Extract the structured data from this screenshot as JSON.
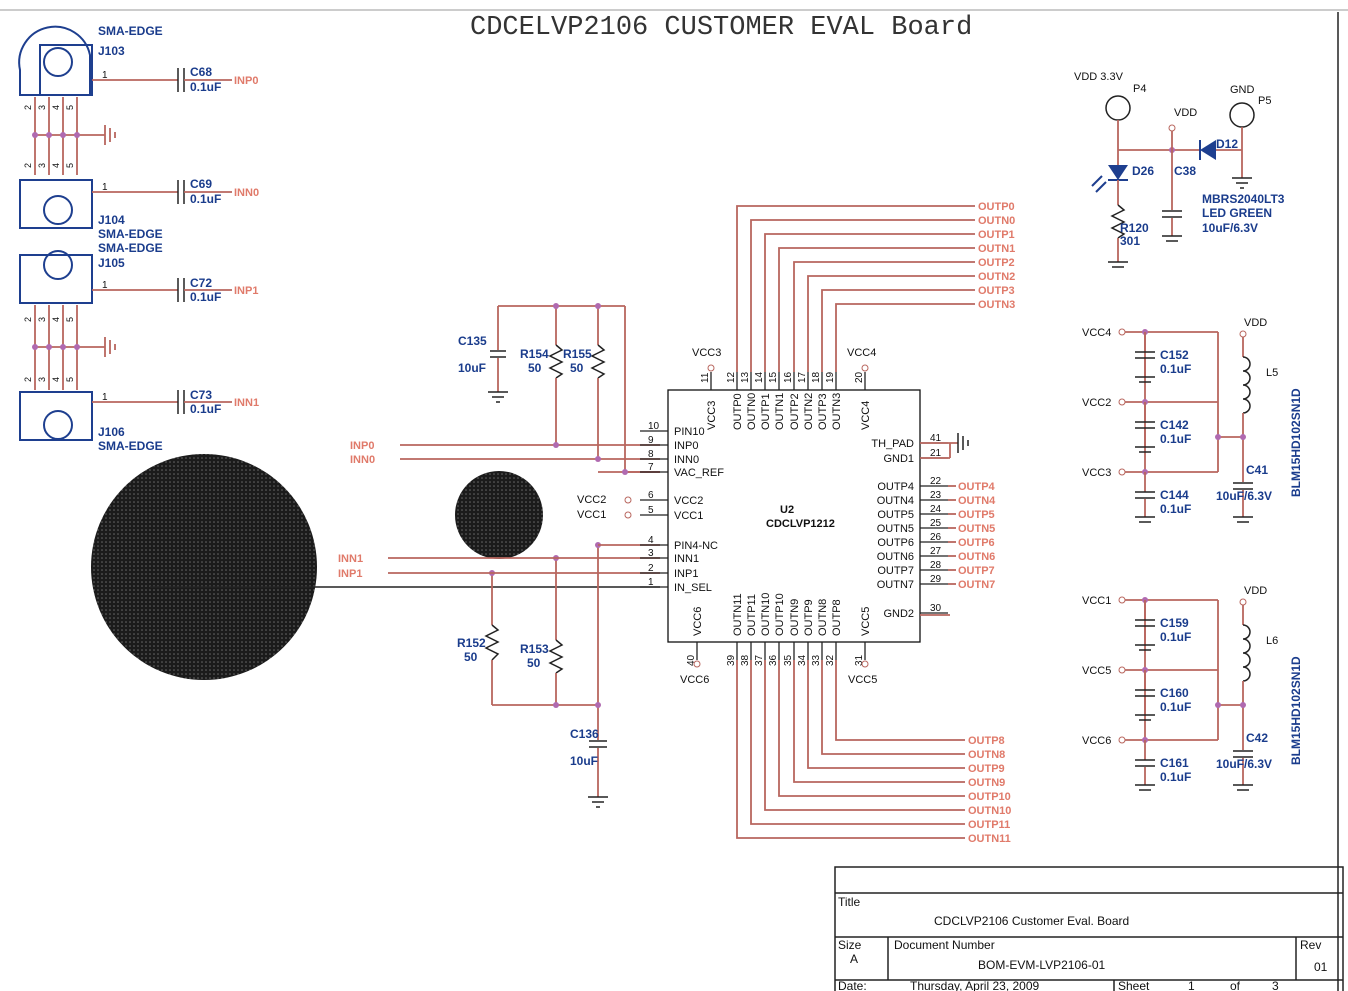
{
  "title": "CDCELVP2106   CUSTOMER EVAL Board",
  "connectors": [
    {
      "ref": "J103",
      "type": "SMA-EDGE"
    },
    {
      "ref": "J104",
      "type": "SMA-EDGE"
    },
    {
      "ref": "J105",
      "type": "SMA-EDGE"
    },
    {
      "ref": "J106",
      "type": "SMA-EDGE"
    }
  ],
  "caps_input": [
    {
      "ref": "C68",
      "value": "0.1uF",
      "net": "INP0"
    },
    {
      "ref": "C69",
      "value": "0.1uF",
      "net": "INN0"
    },
    {
      "ref": "C72",
      "value": "0.1uF",
      "net": "INP1"
    },
    {
      "ref": "C73",
      "value": "0.1uF",
      "net": "INN1"
    }
  ],
  "pin_labels": {
    "p1": "1",
    "p2": "2",
    "p3": "3",
    "p4": "4",
    "p5": "5"
  },
  "bias": {
    "c135": "C135",
    "c135v": "10uF",
    "r154": "R154",
    "r154v": "50",
    "r155": "R155",
    "r155v": "50",
    "r152": "R152",
    "r152v": "50",
    "r153": "R153",
    "r153v": "50",
    "c136": "C136",
    "c136v": "10uF"
  },
  "ic": {
    "ref": "U2",
    "part": "CDCLVP1212",
    "left_pins": [
      {
        "num": "10",
        "name": "PIN10"
      },
      {
        "num": "9",
        "name": "INP0"
      },
      {
        "num": "8",
        "name": "INN0"
      },
      {
        "num": "7",
        "name": "VAC_REF"
      },
      {
        "num": "6",
        "name": "VCC2"
      },
      {
        "num": "5",
        "name": "VCC1"
      },
      {
        "num": "4",
        "name": "PIN4-NC"
      },
      {
        "num": "3",
        "name": "INN1"
      },
      {
        "num": "2",
        "name": "INP1"
      },
      {
        "num": "1",
        "name": "IN_SEL"
      }
    ],
    "top_pins": [
      {
        "num": "11",
        "name": "VCC3"
      },
      {
        "num": "12",
        "name": "OUTP0"
      },
      {
        "num": "13",
        "name": "OUTN0"
      },
      {
        "num": "14",
        "name": "OUTP1"
      },
      {
        "num": "15",
        "name": "OUTN1"
      },
      {
        "num": "16",
        "name": "OUTP2"
      },
      {
        "num": "17",
        "name": "OUTN2"
      },
      {
        "num": "18",
        "name": "OUTP3"
      },
      {
        "num": "19",
        "name": "OUTN3"
      },
      {
        "num": "20",
        "name": "VCC4"
      }
    ],
    "bottom_pins": [
      {
        "num": "40",
        "name": "VCC6"
      },
      {
        "num": "39",
        "name": "OUTN11"
      },
      {
        "num": "38",
        "name": "OUTP11"
      },
      {
        "num": "37",
        "name": "OUTN10"
      },
      {
        "num": "36",
        "name": "OUTP10"
      },
      {
        "num": "35",
        "name": "OUTN9"
      },
      {
        "num": "34",
        "name": "OUTP9"
      },
      {
        "num": "33",
        "name": "OUTN8"
      },
      {
        "num": "32",
        "name": "OUTP8"
      },
      {
        "num": "31",
        "name": "VCC5"
      }
    ],
    "right_pins": [
      {
        "num": "41",
        "name": "TH_PAD"
      },
      {
        "num": "21",
        "name": "GND1"
      },
      {
        "num": "22",
        "name": "OUTP4"
      },
      {
        "num": "23",
        "name": "OUTN4"
      },
      {
        "num": "24",
        "name": "OUTP5"
      },
      {
        "num": "25",
        "name": "OUTN5"
      },
      {
        "num": "26",
        "name": "OUTP6"
      },
      {
        "num": "27",
        "name": "OUTN6"
      },
      {
        "num": "28",
        "name": "OUTP7"
      },
      {
        "num": "29",
        "name": "OUTN7"
      },
      {
        "num": "30",
        "name": "GND2"
      }
    ],
    "vcc_labels": {
      "vcc3": "VCC3",
      "vcc4": "VCC4",
      "vcc6": "VCC6",
      "vcc5": "VCC5",
      "vcc2": "VCC2",
      "vcc1": "VCC1"
    }
  },
  "out_nets_top": [
    "OUTP0",
    "OUTN0",
    "OUTP1",
    "OUTN1",
    "OUTP2",
    "OUTN2",
    "OUTP3",
    "OUTN3"
  ],
  "out_nets_right": [
    "OUTP4",
    "OUTN4",
    "OUTP5",
    "OUTN5",
    "OUTP6",
    "OUTN6",
    "OUTP7",
    "OUTN7"
  ],
  "out_nets_bottom": [
    "OUTP8",
    "OUTN8",
    "OUTP9",
    "OUTN9",
    "OUTP10",
    "OUTN10",
    "OUTP11",
    "OUTN11"
  ],
  "in_nets": {
    "inp0": "INP0",
    "inn0": "INN0",
    "inn1": "INN1",
    "inp1": "INP1"
  },
  "power": {
    "vdd_label": "VDD 3.3V",
    "p4": "P4",
    "gnd_label": "GND",
    "p5": "P5",
    "vdd": "VDD",
    "d26": "D26",
    "c38": "C38",
    "d12": "D12",
    "r120": "R120",
    "r120v": "301",
    "note1": "MBRS2040LT3",
    "note2": "LED GREEN",
    "note3": "10uF/6.3V"
  },
  "decoupling_top": {
    "vdd": "VDD",
    "l5": "L5",
    "l5part": "BLM15HD102SN1D",
    "c41": "C41",
    "c41v": "10uF/6.3V",
    "rows": [
      {
        "net": "VCC4",
        "ref": "C152",
        "value": "0.1uF"
      },
      {
        "net": "VCC2",
        "ref": "C142",
        "value": "0.1uF"
      },
      {
        "net": "VCC3",
        "ref": "C144",
        "value": "0.1uF"
      }
    ]
  },
  "decoupling_bottom": {
    "vdd": "VDD",
    "l6": "L6",
    "l6part": "BLM15HD102SN1D",
    "c42": "C42",
    "c42v": "10uF/6.3V",
    "rows": [
      {
        "net": "VCC1",
        "ref": "C159",
        "value": "0.1uF"
      },
      {
        "net": "VCC5",
        "ref": "C160",
        "value": "0.1uF"
      },
      {
        "net": "VCC6",
        "ref": "C161",
        "value": "0.1uF"
      }
    ]
  },
  "titleblock": {
    "title_label": "Title",
    "title": "CDCLVP2106 Customer Eval. Board",
    "size_label": "Size",
    "size": "A",
    "docnum_label": "Document Number",
    "docnum": "BOM-EVM-LVP2106-01",
    "rev_label": "Rev",
    "rev": "01",
    "date_label": "Date:",
    "date": "Thursday, April 23, 2009",
    "sheet_label": "Sheet",
    "sheet": "1",
    "of_label": "of",
    "sheets": "3"
  },
  "colors": {
    "wire": "#b8665e",
    "blue_text": "#1a3c8c",
    "net_text": "#e07a6a",
    "junction": "#b06ab0",
    "redacted": "#1b1b1b"
  }
}
